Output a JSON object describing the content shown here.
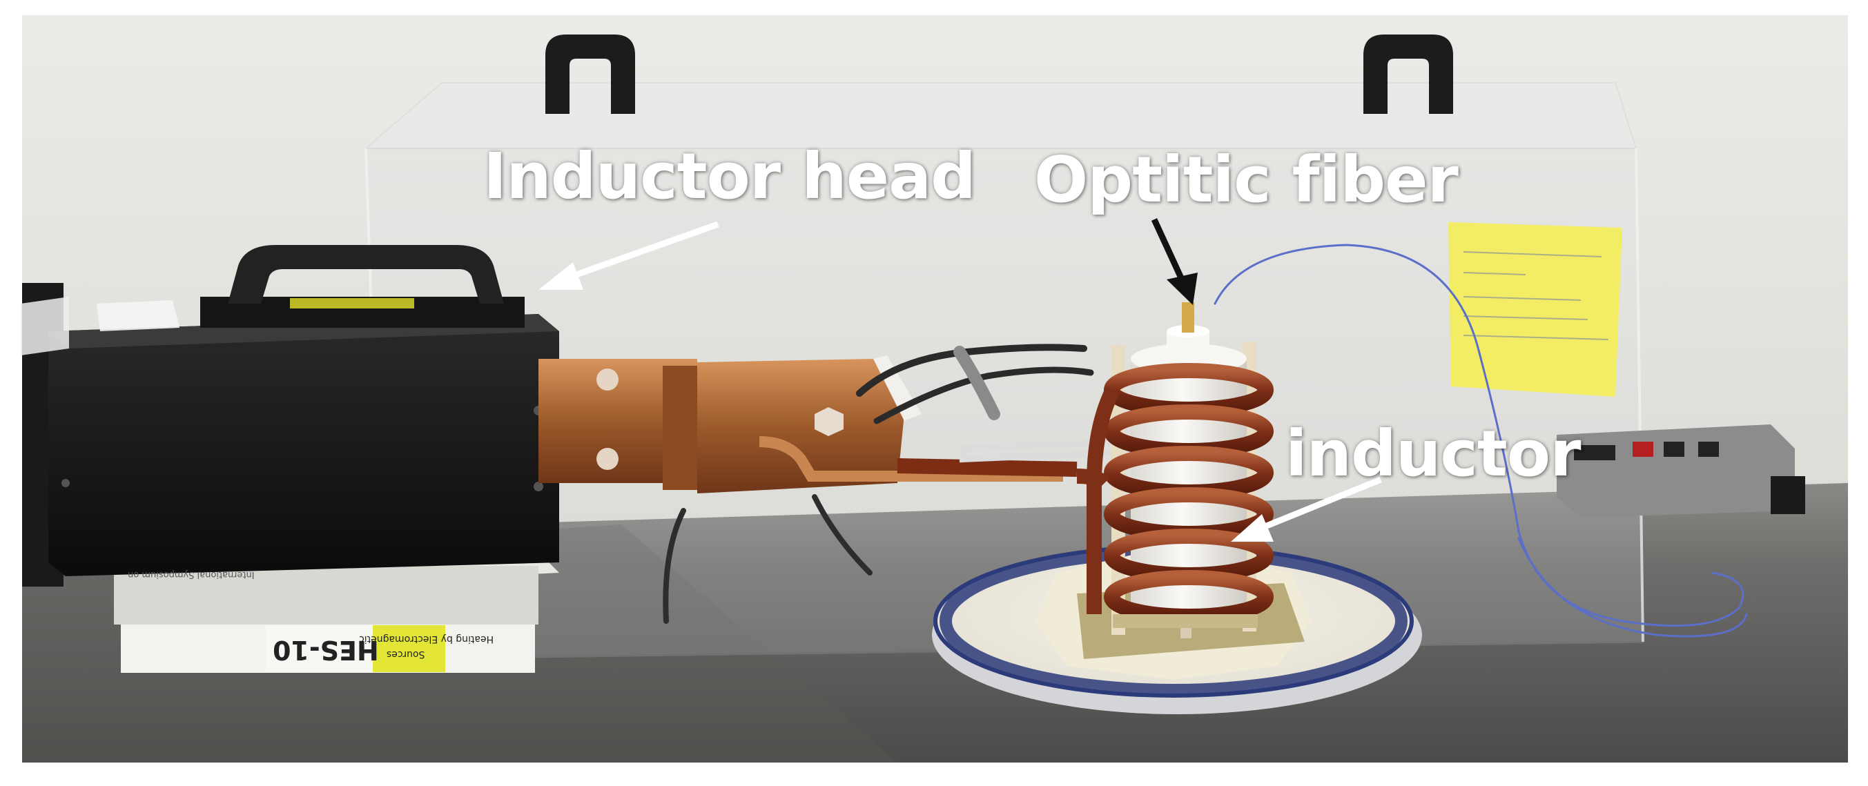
{
  "labels": {
    "inductor_head": "Inductor head",
    "optic_fiber": "Optitic fiber",
    "inductor": "inductor"
  },
  "book": {
    "spine_code": "HES-10",
    "spine_title_line1": "Heating by Electromagnetic",
    "spine_title_line2": "Sources",
    "spine_top": "International Symposium on"
  },
  "colors": {
    "wall": "#e9e6e2",
    "table": "#6f6f6f",
    "arrow_white": "#ffffff",
    "arrow_black": "#111111",
    "copper": "#a8522e",
    "sticky_note": "#f3ee5a",
    "plate_rim": "#2c3b7a"
  }
}
